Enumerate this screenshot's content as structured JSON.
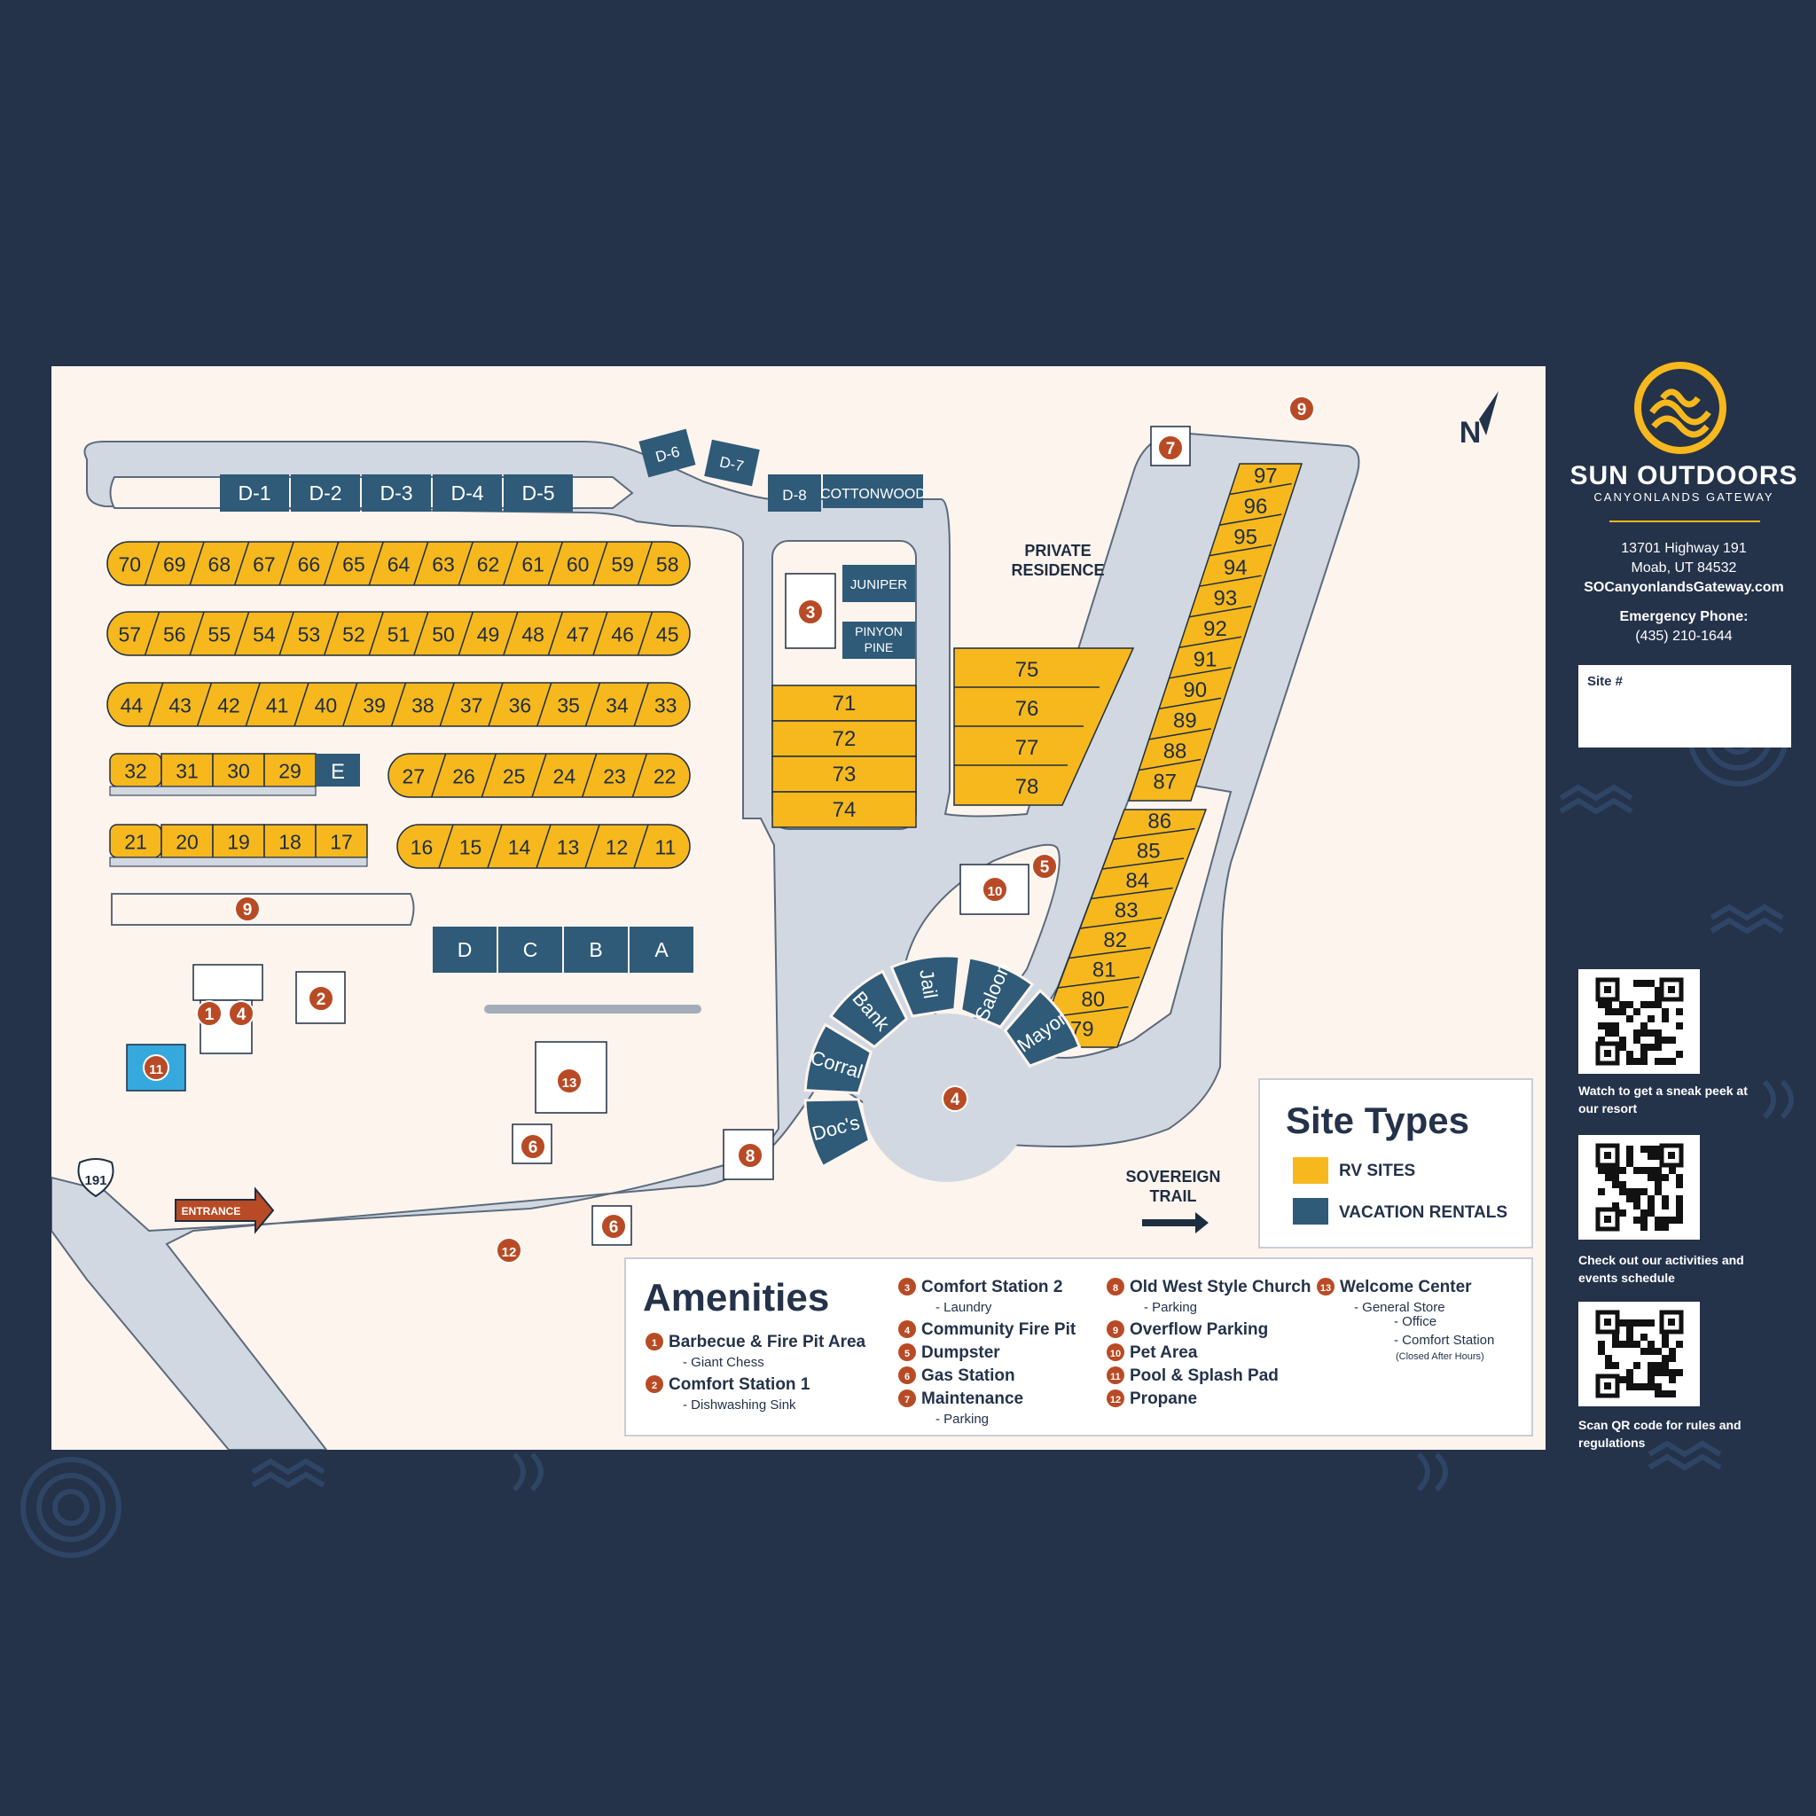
{
  "brand": {
    "name": "SUN OUTDOORS",
    "sub": "CANYONLANDS GATEWAY",
    "accent": "#f6b81d",
    "navy": "#24324a",
    "teal": "#2f5a78",
    "road": "#d2d8e1",
    "amenity": "#b84b25"
  },
  "contact": {
    "addr1": "13701 Highway 191",
    "addr2": "Moab, UT 84532",
    "site": "SOCanyonlandsGateway.com",
    "em_label": "Emergency Phone:",
    "em_phone": "(435) 210-1644"
  },
  "site_box_label": "Site #",
  "qr_captions": [
    "Watch to get a sneak peek at our resort",
    "Check out our activities and events schedule",
    "Scan QR code for rules and regulations"
  ],
  "compass": "N",
  "labels": {
    "private": "PRIVATE",
    "residence": "RESIDENCE",
    "sovereign": "SOVEREIGN",
    "trail": "TRAIL",
    "entrance": "ENTRANCE",
    "highway": "191"
  },
  "rv_rows": [
    [
      "70",
      "69",
      "68",
      "67",
      "66",
      "65",
      "64",
      "63",
      "62",
      "61",
      "60",
      "59",
      "58"
    ],
    [
      "57",
      "56",
      "55",
      "54",
      "53",
      "52",
      "51",
      "50",
      "49",
      "48",
      "47",
      "46",
      "45"
    ],
    [
      "44",
      "43",
      "42",
      "41",
      "40",
      "39",
      "38",
      "37",
      "36",
      "35",
      "34",
      "33"
    ],
    [
      "27",
      "26",
      "25",
      "24",
      "23",
      "22"
    ],
    [
      "16",
      "15",
      "14",
      "13",
      "12",
      "11"
    ]
  ],
  "rv_row_sq": [
    [
      "32",
      "31",
      "30",
      "29"
    ],
    [
      "21",
      "20",
      "19",
      "18",
      "17"
    ]
  ],
  "rv_mid": [
    "71",
    "72",
    "73",
    "74"
  ],
  "rv_right": [
    "75",
    "76",
    "77",
    "78"
  ],
  "rv_diag": [
    "97",
    "96",
    "95",
    "94",
    "93",
    "92",
    "91",
    "90",
    "89",
    "88",
    "87"
  ],
  "rv_diag2": [
    "86",
    "85",
    "84",
    "83",
    "82",
    "81",
    "80",
    "79"
  ],
  "vr_top": [
    "D-1",
    "D-2",
    "D-3",
    "D-4",
    "D-5"
  ],
  "vr_upper": [
    "D-6",
    "D-7",
    "D-8",
    "COTTONWOOD"
  ],
  "vr_juniper": "JUNIPER",
  "vr_pinyon": [
    "PINYON",
    "PINE"
  ],
  "vr_e": "E",
  "vr_bottom": [
    "D",
    "C",
    "B",
    "A"
  ],
  "vr_circle": [
    "Doc's",
    "Corral",
    "Bank",
    "Jail",
    "Saloon",
    "Mayor"
  ],
  "markers": [
    "1",
    "2",
    "3",
    "4",
    "5",
    "6",
    "7",
    "8",
    "9",
    "10",
    "11",
    "12",
    "13"
  ],
  "site_types": {
    "title": "Site Types",
    "rv": "RV SITES",
    "vr": "VACATION RENTALS"
  },
  "amenities": {
    "title": "Amenities",
    "items": [
      {
        "n": "1",
        "name": "Barbecue & Fire Pit Area",
        "sub": "- Giant Chess"
      },
      {
        "n": "2",
        "name": "Comfort Station 1",
        "sub": "- Dishwashing Sink"
      },
      {
        "n": "3",
        "name": "Comfort Station 2",
        "sub": "- Laundry"
      },
      {
        "n": "4",
        "name": "Community Fire Pit",
        "sub": ""
      },
      {
        "n": "5",
        "name": "Dumpster",
        "sub": ""
      },
      {
        "n": "6",
        "name": "Gas Station",
        "sub": ""
      },
      {
        "n": "7",
        "name": "Maintenance",
        "sub": "- Parking"
      },
      {
        "n": "8",
        "name": "Old West Style Church",
        "sub": "- Parking"
      },
      {
        "n": "9",
        "name": "Overflow Parking",
        "sub": ""
      },
      {
        "n": "10",
        "name": "Pet Area",
        "sub": ""
      },
      {
        "n": "11",
        "name": "Pool & Splash Pad",
        "sub": ""
      },
      {
        "n": "12",
        "name": "Propane",
        "sub": ""
      },
      {
        "n": "13",
        "name": "Welcome Center",
        "sub": "- General Store"
      }
    ],
    "extra": [
      "- Office",
      "- Comfort Station",
      "(Closed After Hours)"
    ]
  }
}
